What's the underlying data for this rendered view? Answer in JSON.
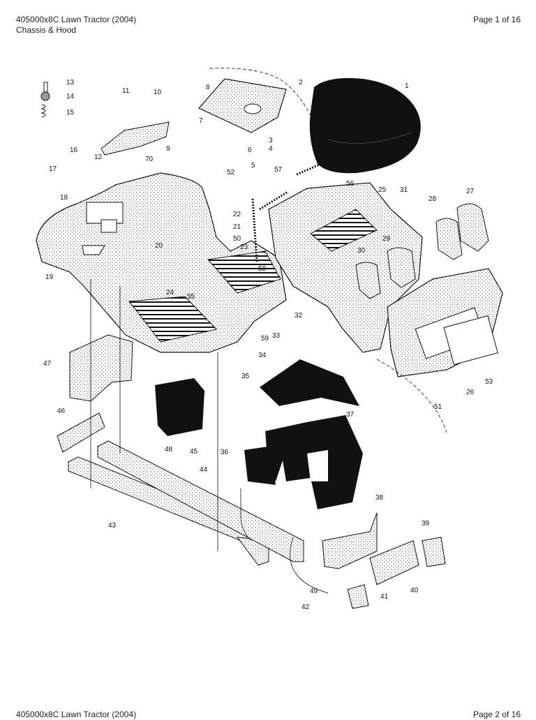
{
  "header": {
    "doc_title": "405000x8C Lawn Tractor (2004)",
    "section": "Chassis & Hood",
    "page": "Page 1 of 16"
  },
  "footer": {
    "doc_title": "405000x8C Lawn Tractor (2004)",
    "page": "Page 2 of 16"
  },
  "callouts": [
    "1",
    "2",
    "3",
    "4",
    "5",
    "6",
    "7",
    "8",
    "9",
    "10",
    "11",
    "12",
    "13",
    "14",
    "15",
    "16",
    "17",
    "18",
    "19",
    "20",
    "21",
    "22",
    "23",
    "24",
    "25",
    "26",
    "27",
    "28",
    "29",
    "30",
    "31",
    "32",
    "33",
    "34",
    "35",
    "36",
    "37",
    "38",
    "39",
    "40",
    "41",
    "42",
    "43",
    "44",
    "45",
    "46",
    "47",
    "48",
    "49",
    "50",
    "51",
    "52",
    "53",
    "55",
    "56",
    "57",
    "58",
    "59",
    "70"
  ]
}
